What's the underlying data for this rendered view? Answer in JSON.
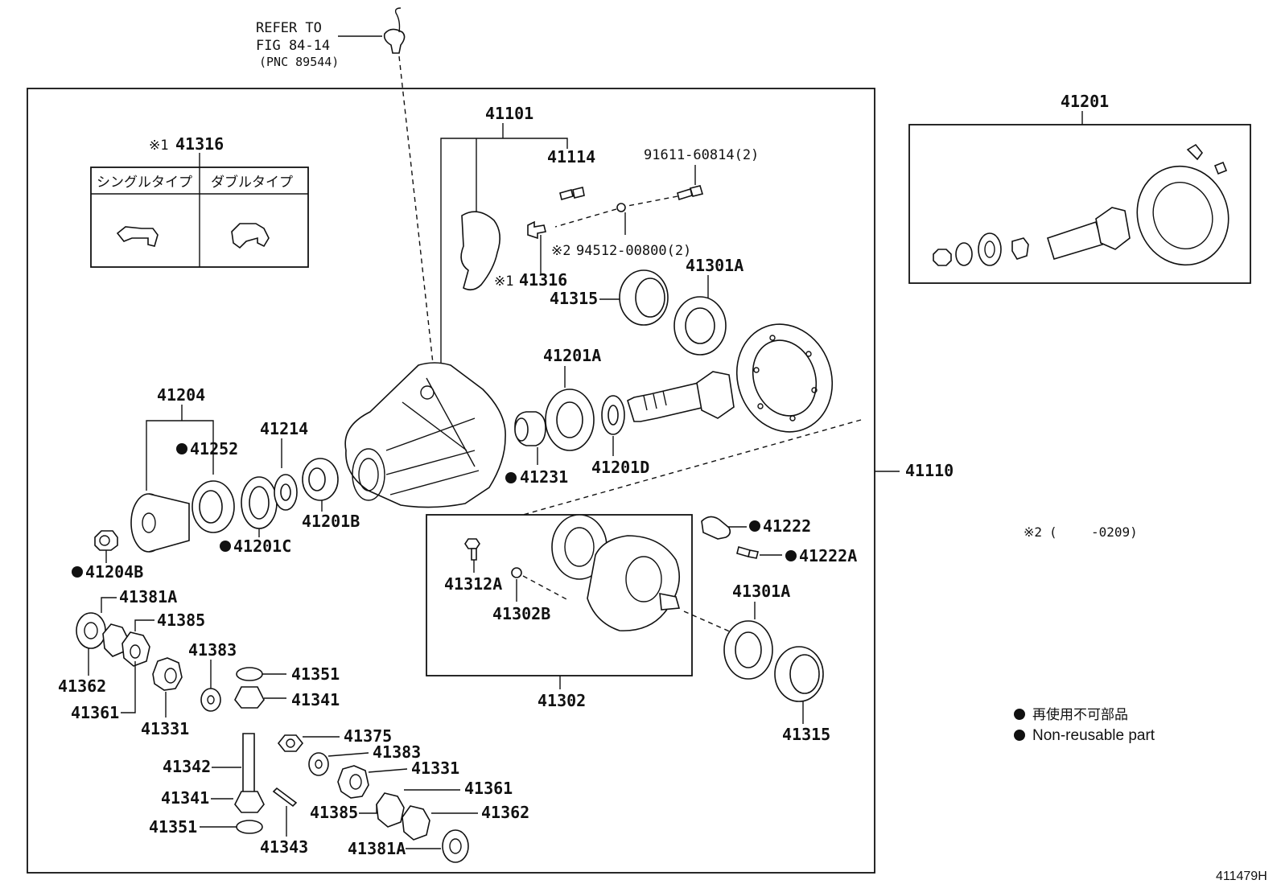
{
  "refer": {
    "line1": "REFER TO",
    "line2": "FIG 84-14",
    "line3": "(PNC 89544)"
  },
  "header_41201": "41201",
  "inset_41316": {
    "mark": "※1",
    "number": "41316",
    "col_single": "シングルタイプ",
    "col_double": "ダブルタイプ"
  },
  "labels": {
    "p41101": "41101",
    "p41114": "41114",
    "p91611": "91611-60814(2)",
    "p94512": "94512-00800(2)",
    "p94512_mark": "※2",
    "p41316": "41316",
    "p41316_mark": "※1",
    "p41301A_top": "41301A",
    "p41315_top": "41315",
    "p41201A": "41201A",
    "p41201D": "41201D",
    "p41231": "41231",
    "p41204": "41204",
    "p41252": "41252",
    "p41214": "41214",
    "p41201B": "41201B",
    "p41201C": "41201C",
    "p41204B": "41204B",
    "p41110": "41110",
    "p41222": "41222",
    "p41222A": "41222A",
    "p41312A": "41312A",
    "p41302B": "41302B",
    "p41302": "41302",
    "p41301A_bot": "41301A",
    "p41315_bot": "41315",
    "p41381A_top": "41381A",
    "p41385_top": "41385",
    "p41362_left": "41362",
    "p41361_left": "41361",
    "p41383_top": "41383",
    "p41351_top": "41351",
    "p41341_top": "41341",
    "p41331_top": "41331",
    "p41342": "41342",
    "p41341_bot": "41341",
    "p41351_bot": "41351",
    "p41343": "41343",
    "p41375": "41375",
    "p41383_bot": "41383",
    "p41331_bot": "41331",
    "p41361_bot": "41361",
    "p41385_bot": "41385",
    "p41362_bot": "41362",
    "p41381A_bot": "41381A"
  },
  "note_2": {
    "mark": "※2",
    "open": "(",
    "range": "-0209)"
  },
  "legend": {
    "jp": "再使用不可部品",
    "en": "Non-reusable part"
  },
  "figure_id": "411479H"
}
